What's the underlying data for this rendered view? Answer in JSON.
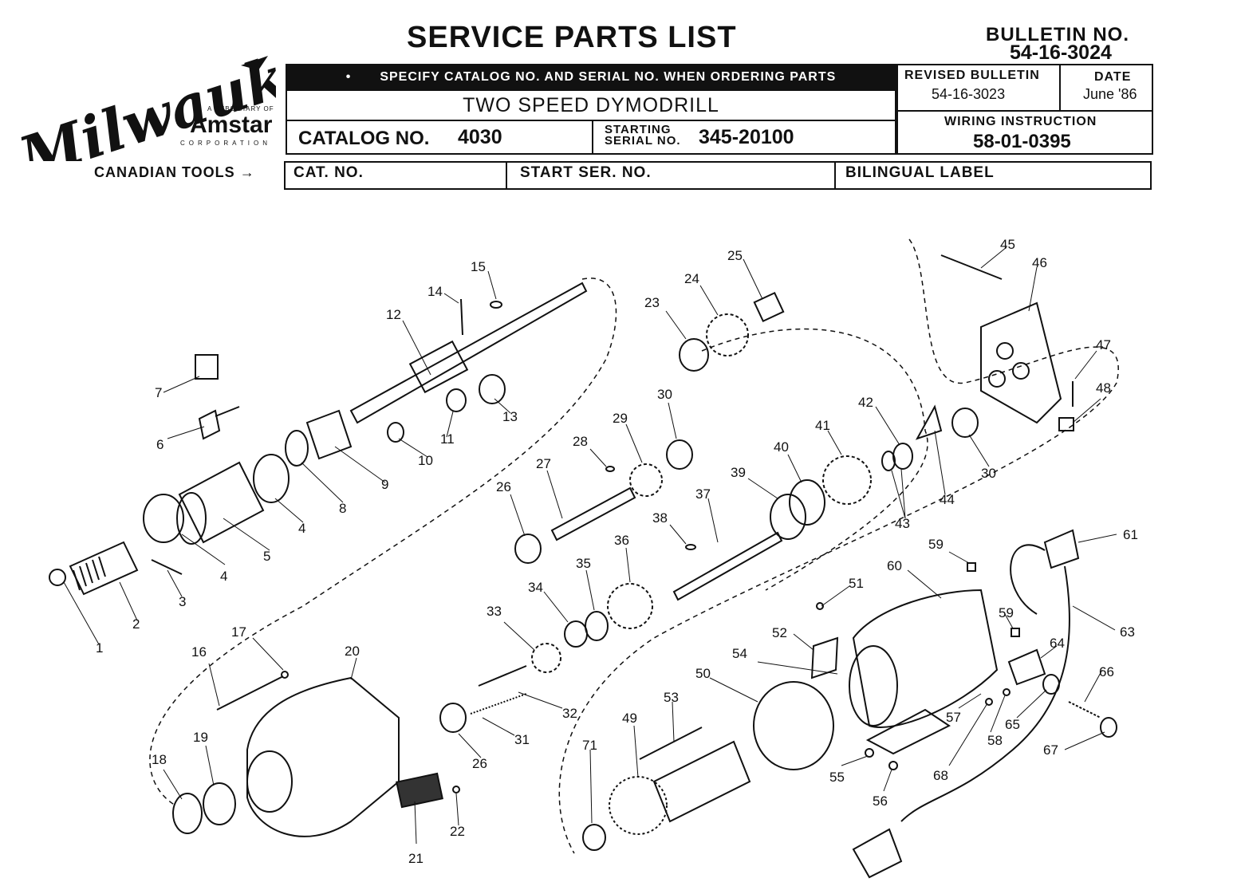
{
  "header": {
    "brand": "Milwaukee",
    "subsidiary": "A SUBSIDIARY OF",
    "parent": "Amstar",
    "parent_sub": "CORPORATION",
    "title": "SERVICE PARTS LIST",
    "bulletin_label": "BULLETIN NO.",
    "bulletin_no": "54-16-3024",
    "order_note": "SPECIFY CATALOG NO. AND SERIAL NO. WHEN ORDERING PARTS",
    "product": "TWO SPEED DYMODRILL",
    "catalog_label": "CATALOG NO.",
    "catalog_no": "4030",
    "serial_label_1": "STARTING",
    "serial_label_2": "SERIAL NO.",
    "serial_no": "345-20100",
    "revised_label": "REVISED BULLETIN",
    "revised_no": "54-16-3023",
    "date_label": "DATE",
    "date_value": "June '86",
    "wiring_label": "WIRING INSTRUCTION",
    "wiring_no": "58-01-0395",
    "canadian_label": "CANADIAN TOOLS",
    "canadian_arrow": "→",
    "cat_no_label": "CAT. NO.",
    "start_ser_label": "START SER. NO.",
    "bilingual_label": "BILINGUAL LABEL"
  },
  "callouts": [
    "1",
    "2",
    "3",
    "4",
    "4",
    "5",
    "6",
    "7",
    "8",
    "9",
    "10",
    "11",
    "12",
    "13",
    "14",
    "15",
    "16",
    "17",
    "18",
    "19",
    "20",
    "21",
    "22",
    "23",
    "24",
    "25",
    "26",
    "26",
    "27",
    "28",
    "29",
    "30",
    "30",
    "31",
    "32",
    "33",
    "34",
    "35",
    "36",
    "37",
    "38",
    "39",
    "40",
    "41",
    "42",
    "43",
    "44",
    "45",
    "46",
    "47",
    "48",
    "49",
    "50",
    "51",
    "52",
    "53",
    "54",
    "55",
    "56",
    "57",
    "58",
    "59",
    "59",
    "60",
    "61",
    "63",
    "64",
    "65",
    "66",
    "67",
    "68",
    "71"
  ]
}
